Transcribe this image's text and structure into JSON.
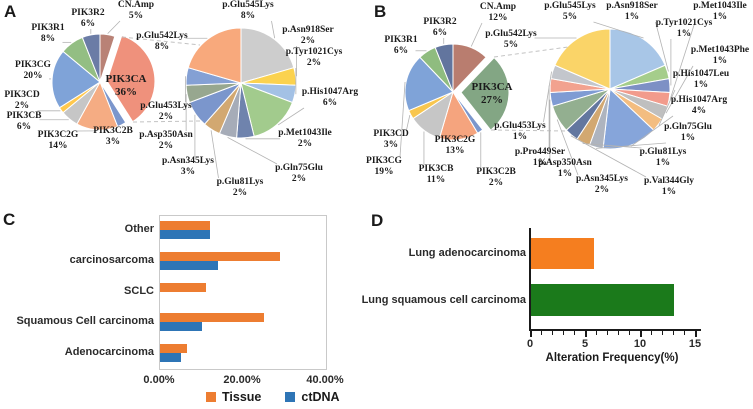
{
  "figure": {
    "panel_letters": {
      "a": "A",
      "b": "B",
      "c": "C",
      "d": "D"
    }
  },
  "chart_data": [
    {
      "id": "panel-a-gene-distribution",
      "type": "pie",
      "title": "",
      "exploded_slice": "PIK3CA",
      "slices": [
        {
          "label": "CN.Amp",
          "pct": "5%",
          "value": 5,
          "color": "#B98276",
          "exploded": false
        },
        {
          "label": "PIK3CA",
          "pct": "36%",
          "value": 36,
          "color": "#EF917C",
          "exploded": true
        },
        {
          "label": "PIK3C2B",
          "pct": "3%",
          "value": 3,
          "color": "#7B96CC",
          "exploded": false
        },
        {
          "label": "PIK3C2G",
          "pct": "14%",
          "value": 14,
          "color": "#F5AC83",
          "exploded": false
        },
        {
          "label": "PIK3CB",
          "pct": "6%",
          "value": 6,
          "color": "#C6C6C6",
          "exploded": false
        },
        {
          "label": "PIK3CD",
          "pct": "2%",
          "value": 2,
          "color": "#FFC84D",
          "exploded": false
        },
        {
          "label": "PIK3CG",
          "pct": "20%",
          "value": 20,
          "color": "#7FA3D8",
          "exploded": false
        },
        {
          "label": "PIK3R1",
          "pct": "8%",
          "value": 8,
          "color": "#93BE83",
          "exploded": false
        },
        {
          "label": "PIK3R2",
          "pct": "6%",
          "value": 6,
          "color": "#6B7CA6",
          "exploded": false
        }
      ]
    },
    {
      "id": "panel-a-pik3ca-variants",
      "type": "pie",
      "title": "",
      "slices": [
        {
          "label": "p.Glu545Lys",
          "pct": "8%",
          "value": 8,
          "color": "#CDCDCD",
          "exploded": false
        },
        {
          "label": "p.Asn918Ser",
          "pct": "2%",
          "value": 2,
          "color": "#FBD24F",
          "exploded": false
        },
        {
          "label": "p.Tyr1021Cys",
          "pct": "2%",
          "value": 2,
          "color": "#A3C1E5",
          "exploded": false
        },
        {
          "label": "p.His1047Arg",
          "pct": "6%",
          "value": 6,
          "color": "#A2CB8D",
          "exploded": false
        },
        {
          "label": "p.Met1043Ile",
          "pct": "2%",
          "value": 2,
          "color": "#6F83AD",
          "exploded": false
        },
        {
          "label": "p.Gln75Glu",
          "pct": "2%",
          "value": 2,
          "color": "#A6ACB8",
          "exploded": false
        },
        {
          "label": "p.Glu81Lys",
          "pct": "2%",
          "value": 2,
          "color": "#D2A871",
          "exploded": false
        },
        {
          "label": "p.Asn345Lys",
          "pct": "3%",
          "value": 3,
          "color": "#7B96CC",
          "exploded": false
        },
        {
          "label": "p.Asp350Asn",
          "pct": "2%",
          "value": 2,
          "color": "#97A78F",
          "exploded": false
        },
        {
          "label": "p.Glu453Lys",
          "pct": "2%",
          "value": 2,
          "color": "#84A0D4",
          "exploded": false
        },
        {
          "label": "p.Glu542Lys",
          "pct": "8%",
          "value": 8,
          "color": "#F8A97C",
          "exploded": false
        }
      ]
    },
    {
      "id": "panel-b-gene-distribution",
      "type": "pie",
      "title": "",
      "exploded_slice": "PIK3CA",
      "slices": [
        {
          "label": "CN.Amp",
          "pct": "12%",
          "value": 12,
          "color": "#B97D6F",
          "exploded": false
        },
        {
          "label": "PIK3CA",
          "pct": "27%",
          "value": 27,
          "color": "#83A684",
          "exploded": true
        },
        {
          "label": "PIK3C2B",
          "pct": "2%",
          "value": 2,
          "color": "#7B96CC",
          "exploded": false
        },
        {
          "label": "PIK3C2G",
          "pct": "13%",
          "value": 13,
          "color": "#F5A47E",
          "exploded": false
        },
        {
          "label": "PIK3CB",
          "pct": "11%",
          "value": 11,
          "color": "#C6C6C6",
          "exploded": false
        },
        {
          "label": "PIK3CD",
          "pct": "3%",
          "value": 3,
          "color": "#F8C64E",
          "exploded": false
        },
        {
          "label": "PIK3CG",
          "pct": "19%",
          "value": 19,
          "color": "#7FA3D8",
          "exploded": false
        },
        {
          "label": "PIK3R1",
          "pct": "6%",
          "value": 6,
          "color": "#8FBC7F",
          "exploded": false
        },
        {
          "label": "PIK3R2",
          "pct": "6%",
          "value": 6,
          "color": "#62759E",
          "exploded": false
        }
      ]
    },
    {
      "id": "panel-b-pik3ca-variants",
      "type": "pie",
      "title": "",
      "slices": [
        {
          "label": "p.Glu545Lys",
          "pct": "5%",
          "value": 5,
          "color": "#A8C6E7",
          "exploded": false
        },
        {
          "label": "p.Asn918Ser",
          "pct": "1%",
          "value": 1,
          "color": "#A5CD8B",
          "exploded": false
        },
        {
          "label": "p.Tyr1021Cys",
          "pct": "1%",
          "value": 1,
          "color": "#7D90C5",
          "exploded": false
        },
        {
          "label": "p.Met1043Ile",
          "pct": "1%",
          "value": 1,
          "color": "#F29B8C",
          "exploded": false
        },
        {
          "label": "p.Met1043Phe",
          "pct": "1%",
          "value": 1,
          "color": "#BFBFBF",
          "exploded": false
        },
        {
          "label": "p.His1047Leu",
          "pct": "1%",
          "value": 1,
          "color": "#F3BD80",
          "exploded": false
        },
        {
          "label": "p.His1047Arg",
          "pct": "4%",
          "value": 4,
          "color": "#86A5DA",
          "exploded": false
        },
        {
          "label": "p.Gln75Glu",
          "pct": "1%",
          "value": 1,
          "color": "#AEB4BF",
          "exploded": false
        },
        {
          "label": "p.Glu81Lys",
          "pct": "1%",
          "value": 1,
          "color": "#D2A871",
          "exploded": false
        },
        {
          "label": "p.Val344Gly",
          "pct": "1%",
          "value": 1,
          "color": "#63779F",
          "exploded": false
        },
        {
          "label": "p.Asn345Lys",
          "pct": "2%",
          "value": 2,
          "color": "#93AF90",
          "exploded": false
        },
        {
          "label": "p.Asp350Asn",
          "pct": "1%",
          "value": 1,
          "color": "#7F9BD3",
          "exploded": false
        },
        {
          "label": "p.Pro449Ser",
          "pct": "1%",
          "value": 1,
          "color": "#F2A28F",
          "exploded": false
        },
        {
          "label": "p.Glu453Lys",
          "pct": "1%",
          "value": 1,
          "color": "#C3C6CC",
          "exploded": false
        },
        {
          "label": "p.Glu542Lys",
          "pct": "5%",
          "value": 5,
          "color": "#FAD468",
          "exploded": false
        }
      ]
    },
    {
      "id": "panel-c-histology-tissue-vs-ctdna",
      "type": "bar",
      "orientation": "horizontal",
      "categories": [
        "Other",
        "carcinosarcoma",
        "SCLC",
        "Squamous Cell carcinoma",
        "Adenocarcinoma"
      ],
      "series": [
        {
          "name": "Tissue",
          "color": "#ED7D31",
          "values": [
            12,
            29,
            11,
            25,
            6.5
          ]
        },
        {
          "name": "ctDNA",
          "color": "#2E75B6",
          "values": [
            12,
            14,
            0,
            10,
            5
          ]
        }
      ],
      "x_tick_labels": [
        "0.00%",
        "20.00%",
        "40.00%"
      ],
      "xlim": [
        0,
        40
      ],
      "grid": false,
      "legend_position": "bottom"
    },
    {
      "id": "panel-d-alteration-frequency",
      "type": "bar",
      "orientation": "horizontal",
      "categories": [
        "Lung adenocarcinoma",
        "Lung squamous cell carcinoma"
      ],
      "values": [
        5.7,
        13
      ],
      "bar_colors": [
        "#F57E1F",
        "#1B7A1B"
      ],
      "x_ticks": [
        0,
        5,
        10,
        15
      ],
      "x_minor_step": 1,
      "xlim": [
        0,
        15
      ],
      "xlabel": "Alteration Frequency(%)",
      "grid": false
    }
  ]
}
